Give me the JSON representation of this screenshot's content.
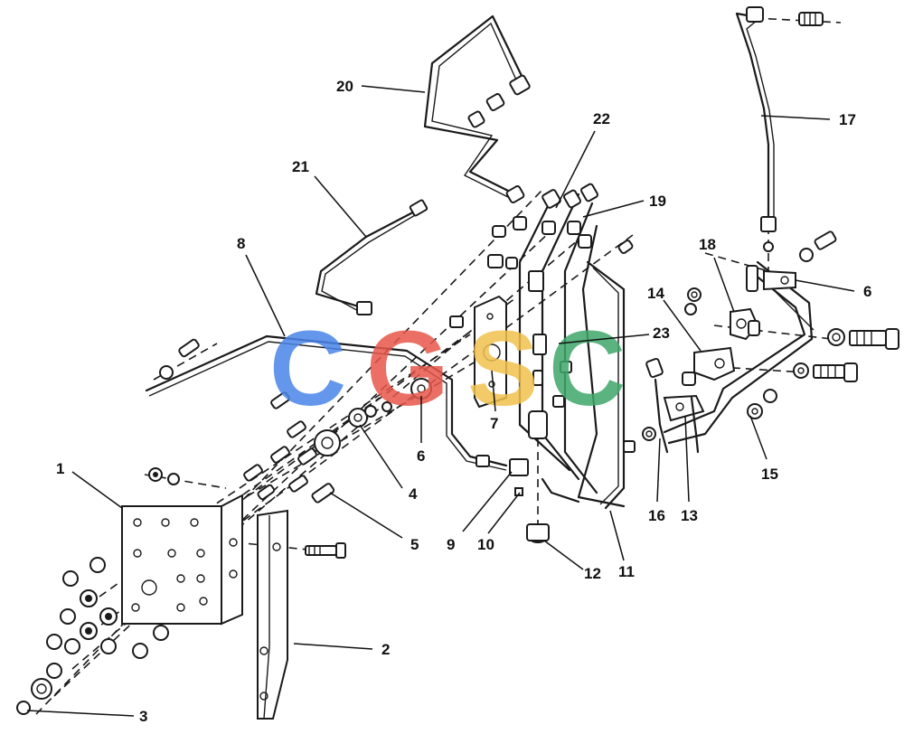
{
  "watermark": {
    "letters": [
      "C",
      "G",
      "S",
      "C"
    ],
    "colors": [
      "#4a86e8",
      "#e8574a",
      "#f2c14e",
      "#3fa86b"
    ]
  },
  "callouts": [
    {
      "id": "1",
      "text": "1"
    },
    {
      "id": "2",
      "text": "2"
    },
    {
      "id": "3",
      "text": "3"
    },
    {
      "id": "4",
      "text": "4"
    },
    {
      "id": "5",
      "text": "5"
    },
    {
      "id": "6a",
      "text": "6"
    },
    {
      "id": "6b",
      "text": "6"
    },
    {
      "id": "7",
      "text": "7"
    },
    {
      "id": "8",
      "text": "8"
    },
    {
      "id": "9",
      "text": "9"
    },
    {
      "id": "10",
      "text": "10"
    },
    {
      "id": "11",
      "text": "11"
    },
    {
      "id": "12",
      "text": "12"
    },
    {
      "id": "13",
      "text": "13"
    },
    {
      "id": "14",
      "text": "14"
    },
    {
      "id": "15",
      "text": "15"
    },
    {
      "id": "16",
      "text": "16"
    },
    {
      "id": "17",
      "text": "17"
    },
    {
      "id": "18",
      "text": "18"
    },
    {
      "id": "19",
      "text": "19"
    },
    {
      "id": "20",
      "text": "20"
    },
    {
      "id": "21",
      "text": "21"
    },
    {
      "id": "22",
      "text": "22"
    },
    {
      "id": "23",
      "text": "23"
    }
  ]
}
